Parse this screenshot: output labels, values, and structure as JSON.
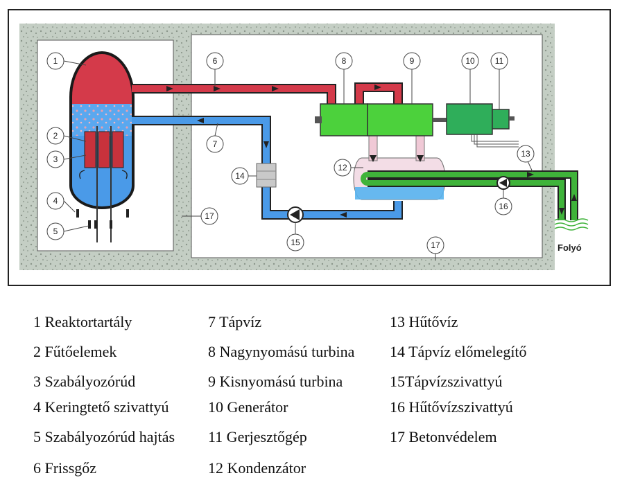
{
  "diagram": {
    "callouts": [
      "1",
      "2",
      "3",
      "4",
      "5",
      "6",
      "7",
      "8",
      "9",
      "10",
      "11",
      "12",
      "13",
      "14",
      "15",
      "16",
      "17",
      "17"
    ],
    "river_label": "Folyó",
    "colors": {
      "steam": "#d43a4a",
      "feedwater": "#3a86e0",
      "coolant": "#3fb33a",
      "turbine": "#4cd13c",
      "generator": "#2fae5a",
      "concrete": "#c4cec4",
      "condenser": "#f3dde6"
    }
  },
  "legend": [
    "1 Reaktortartály",
    "2 Fűtőelemek",
    "3 Szabályozórúd",
    "4 Keringtető szivattyú",
    "5 Szabályozórúd hajtás",
    "6 Frissgőz",
    "7 Tápvíz",
    "8 Nagynyomású turbina",
    "9 Kisnyomású turbina",
    "10 Generátor",
    "11 Gerjesztőgép",
    "12 Kondenzátor",
    "13 Hűtővíz",
    "14 Tápvíz előmelegítő",
    "15Tápvízszivattyú",
    "16 Hűtővízszivattyú",
    "17 Betonvédelem"
  ]
}
